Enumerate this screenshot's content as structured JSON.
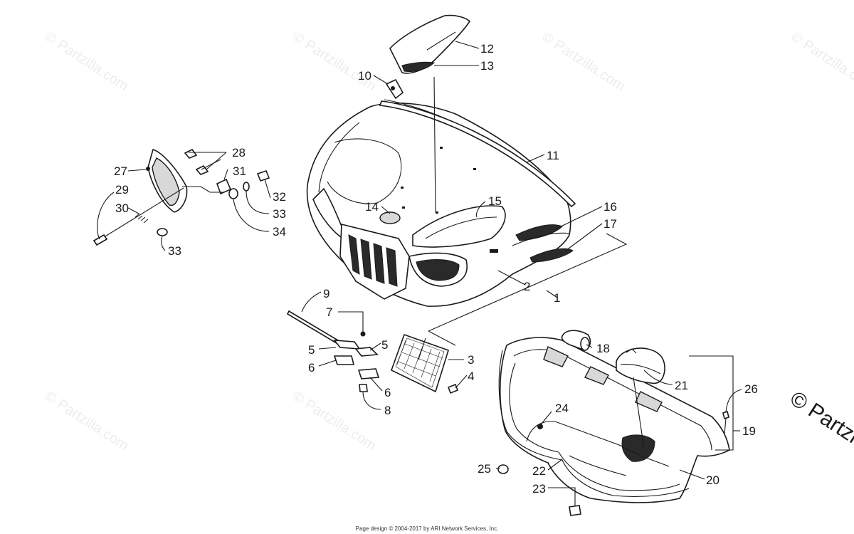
{
  "watermark": {
    "text": "© Partzilla.com",
    "edge_text": "© Partzilla"
  },
  "footer": {
    "text": "Page design © 2004-2017 by ARI Network Services, Inc."
  },
  "callouts": [
    {
      "id": "1",
      "label": "1"
    },
    {
      "id": "2",
      "label": "2"
    },
    {
      "id": "3",
      "label": "3"
    },
    {
      "id": "4",
      "label": "4"
    },
    {
      "id": "5a",
      "label": "5"
    },
    {
      "id": "5b",
      "label": "5"
    },
    {
      "id": "6a",
      "label": "6"
    },
    {
      "id": "6b",
      "label": "6"
    },
    {
      "id": "7",
      "label": "7"
    },
    {
      "id": "8",
      "label": "8"
    },
    {
      "id": "9",
      "label": "9"
    },
    {
      "id": "10",
      "label": "10"
    },
    {
      "id": "11",
      "label": "11"
    },
    {
      "id": "12",
      "label": "12"
    },
    {
      "id": "13",
      "label": "13"
    },
    {
      "id": "14",
      "label": "14"
    },
    {
      "id": "15",
      "label": "15"
    },
    {
      "id": "16",
      "label": "16"
    },
    {
      "id": "17",
      "label": "17"
    },
    {
      "id": "18",
      "label": "18"
    },
    {
      "id": "19",
      "label": "19"
    },
    {
      "id": "20",
      "label": "20"
    },
    {
      "id": "21",
      "label": "21"
    },
    {
      "id": "22",
      "label": "22"
    },
    {
      "id": "23",
      "label": "23"
    },
    {
      "id": "24",
      "label": "24"
    },
    {
      "id": "25",
      "label": "25"
    },
    {
      "id": "26",
      "label": "26"
    },
    {
      "id": "27",
      "label": "27"
    },
    {
      "id": "28",
      "label": "28"
    },
    {
      "id": "29",
      "label": "29"
    },
    {
      "id": "30",
      "label": "30"
    },
    {
      "id": "31",
      "label": "31"
    },
    {
      "id": "32",
      "label": "32"
    },
    {
      "id": "33a",
      "label": "33"
    },
    {
      "id": "33b",
      "label": "33"
    },
    {
      "id": "34",
      "label": "34"
    }
  ]
}
